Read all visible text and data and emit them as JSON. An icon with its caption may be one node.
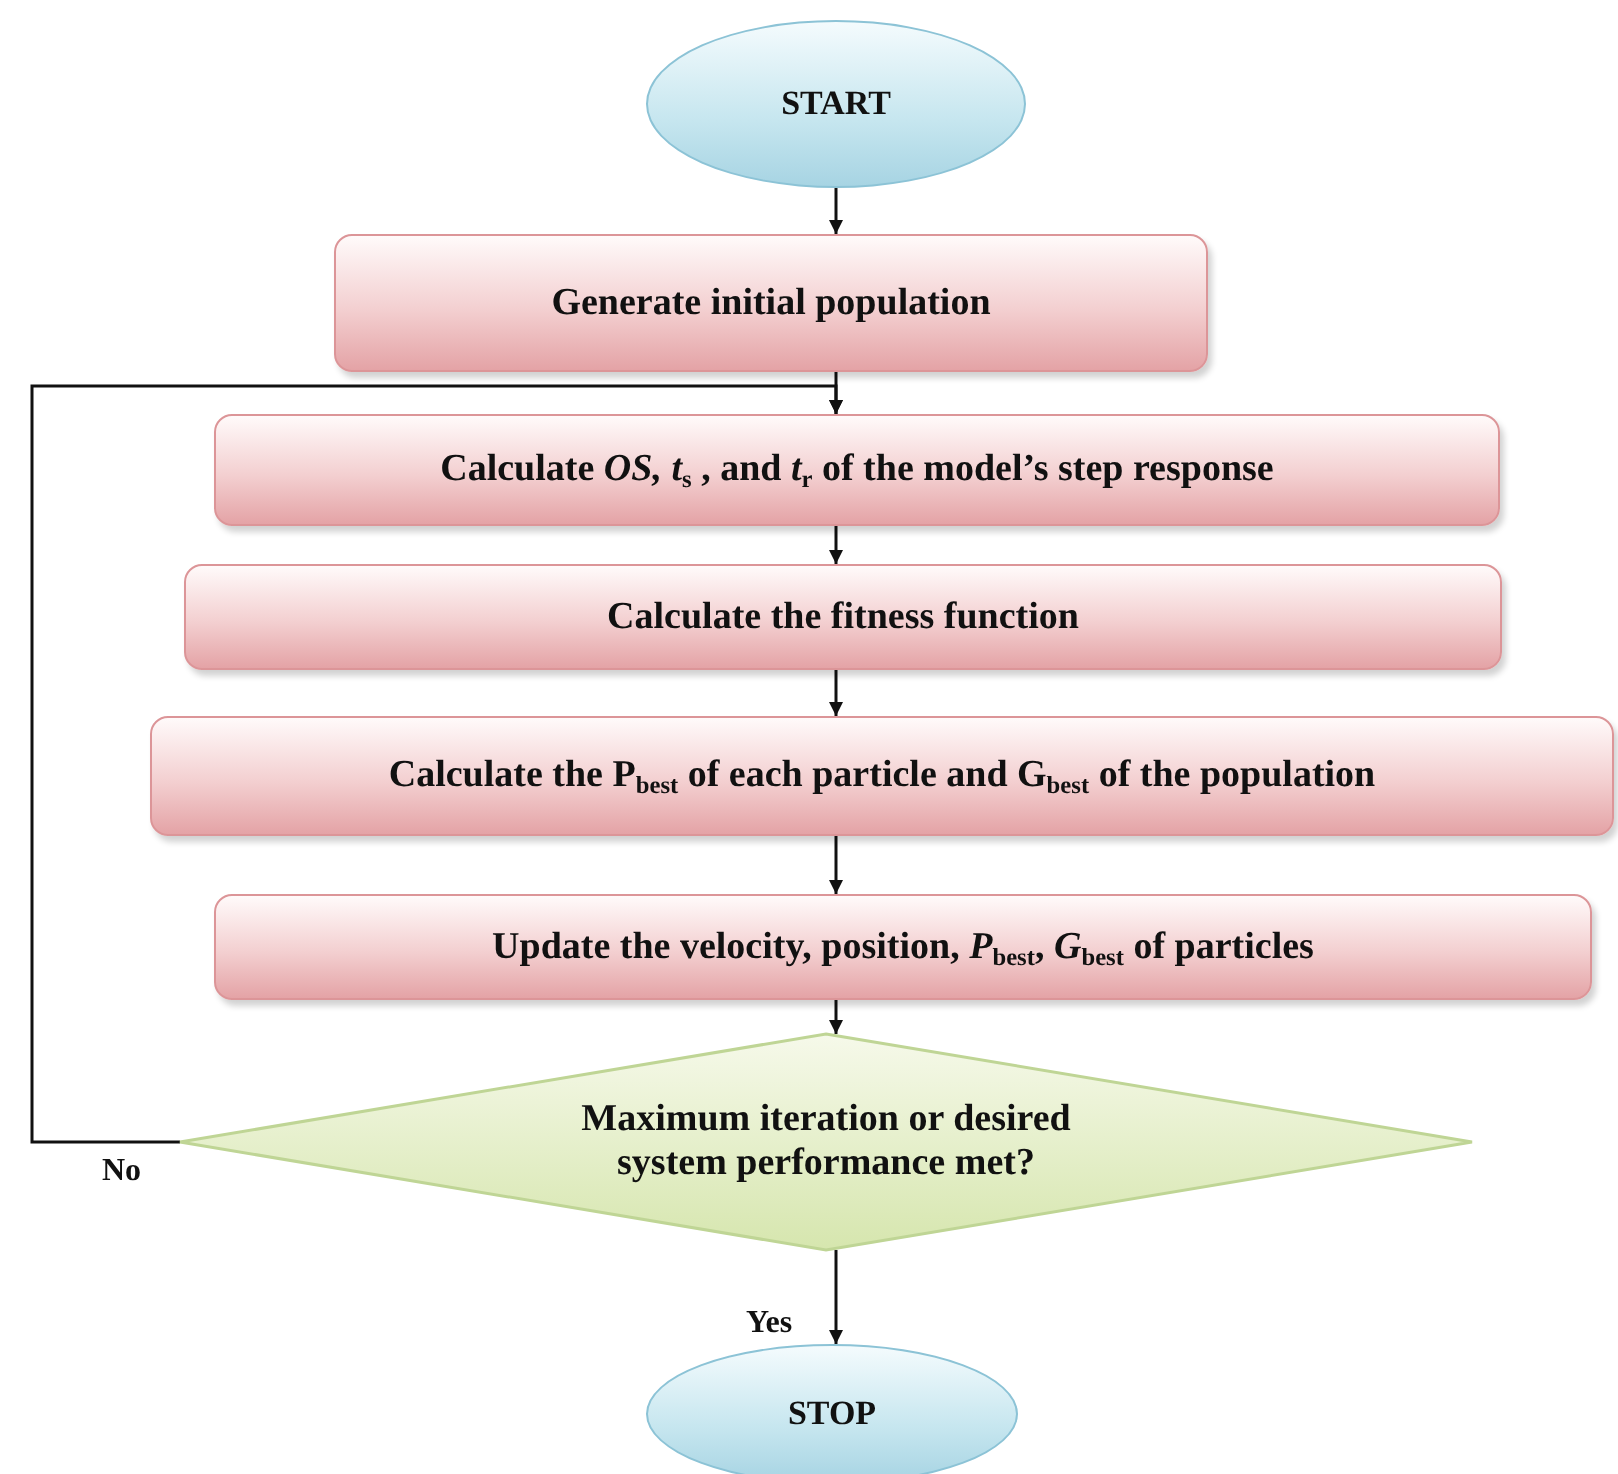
{
  "diagram": {
    "nodes": [
      {
        "text": [
          "START"
        ]
      },
      {
        "text": [
          "Generate initial population"
        ]
      },
      {
        "text": [
          "Calculate *OS, t*$_{s}$ , and *t*$_{r}$ of the model’s step response"
        ]
      },
      {
        "text": [
          "Calculate the fitness function"
        ]
      },
      {
        "text": [
          "Calculate the P$_{best}$ of each particle and G$_{best}$ of the population"
        ]
      },
      {
        "text": [
          "Update the velocity, position, *P*$_{best}$, *G*$_{best}$ of particles"
        ]
      },
      {
        "text": [
          "Maximum iteration or desired system performance met?"
        ]
      },
      {
        "text": [
          "STOP"
        ]
      }
    ],
    "edges": [
      {
        "from": 0,
        "to": 1,
        "arrow": "to"
      },
      {
        "from": 1,
        "to": 2,
        "arrow": "to"
      },
      {
        "from": 2,
        "to": 3,
        "arrow": "to"
      },
      {
        "from": 3,
        "to": 4,
        "arrow": "to"
      },
      {
        "from": 4,
        "to": 5,
        "arrow": "to"
      },
      {
        "from": 5,
        "to": 6,
        "arrow": "to"
      },
      {
        "from": 6,
        "to": 2,
        "arrow": "to",
        "label": "No"
      },
      {
        "from": 6,
        "to": 7,
        "arrow": "to",
        "label": "Yes"
      }
    ]
  }
}
